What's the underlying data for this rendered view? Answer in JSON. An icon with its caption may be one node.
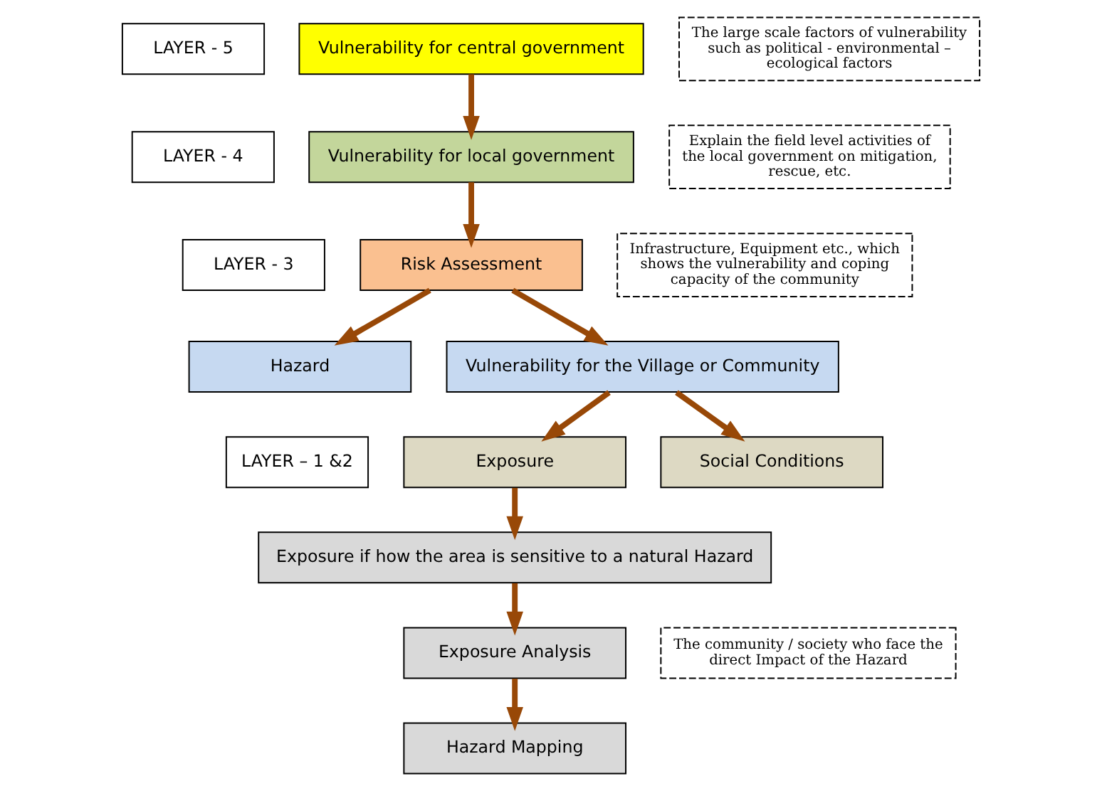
{
  "diagram": {
    "nodes": [
      {
        "text": [
          "LAYER - 5"
        ]
      },
      {
        "text": [
          "Vulnerability for central government"
        ]
      },
      {
        "text": [
          "The large scale factors of vulnerability such as political - environmental – ecological factors"
        ]
      },
      {
        "text": [
          "LAYER - 4"
        ]
      },
      {
        "text": [
          "Vulnerability for local government"
        ]
      },
      {
        "text": [
          "Explain the field level activities of the local government on mitigation, rescue, etc."
        ]
      },
      {
        "text": [
          "LAYER - 3"
        ]
      },
      {
        "text": [
          "Risk Assessment"
        ]
      },
      {
        "text": [
          "Infrastructure, Equipment etc., which shows the vulnerability and coping capacity of the community"
        ]
      },
      {
        "text": [
          "Hazard"
        ]
      },
      {
        "text": [
          "Vulnerability for the Village or Community"
        ]
      },
      {
        "text": [
          "LAYER – 1 &2"
        ]
      },
      {
        "text": [
          "Exposure"
        ]
      },
      {
        "text": [
          "Social Conditions"
        ]
      },
      {
        "text": [
          "Exposure if how the area is sensitive to a natural Hazard"
        ]
      },
      {
        "text": [
          "The community / society who face the direct Impact of the Hazard"
        ]
      },
      {
        "text": [
          "Exposure Analysis"
        ]
      },
      {
        "text": [
          "Hazard Mapping"
        ]
      }
    ],
    "edges": [
      {
        "from": 1,
        "to": 4,
        "arrow": "to"
      },
      {
        "from": 4,
        "to": 7,
        "arrow": "to"
      },
      {
        "from": 7,
        "to": 9,
        "arrow": "to"
      },
      {
        "from": 7,
        "to": 10,
        "arrow": "to"
      },
      {
        "from": 10,
        "to": 12,
        "arrow": "to"
      },
      {
        "from": 10,
        "to": 13,
        "arrow": "to"
      },
      {
        "from": 12,
        "to": 14,
        "arrow": "to"
      },
      {
        "from": 14,
        "to": 16,
        "arrow": "to"
      },
      {
        "from": 16,
        "to": 17,
        "arrow": "to"
      }
    ]
  }
}
